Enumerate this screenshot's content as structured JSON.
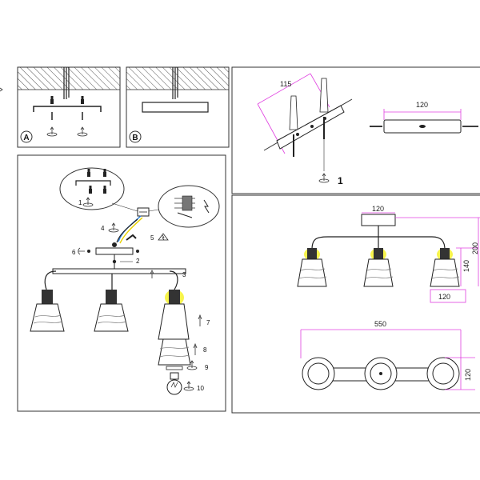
{
  "colors": {
    "dimension": "#e040e0",
    "line": "#333333",
    "hatch": "#555555",
    "wire_blue": "#2f7fd8",
    "wire_yellow": "#e8d200",
    "highlight": "#f4f000"
  },
  "panels": {
    "a": {
      "label": "A"
    },
    "b": {
      "label": "B"
    },
    "assembly": {
      "callouts": [
        {
          "number": "1"
        },
        {
          "number": "2"
        },
        {
          "number": "3"
        },
        {
          "number": "4"
        },
        {
          "number": "5"
        },
        {
          "number": "6"
        },
        {
          "number": "7"
        },
        {
          "number": "8"
        },
        {
          "number": "9"
        },
        {
          "number": "10"
        }
      ]
    },
    "mount": {
      "dim_115": "115",
      "dim_120": "120",
      "step": "1"
    },
    "dimensions": {
      "canopy": "120",
      "height": "140",
      "shade_width": "120",
      "length": "550",
      "depth": "120",
      "cut_off": "200"
    }
  },
  "icons": [
    "hatched-ceiling-icon",
    "screw-icon",
    "rotate-arrow-icon",
    "shock-warning-icon",
    "bulb-icon"
  ]
}
